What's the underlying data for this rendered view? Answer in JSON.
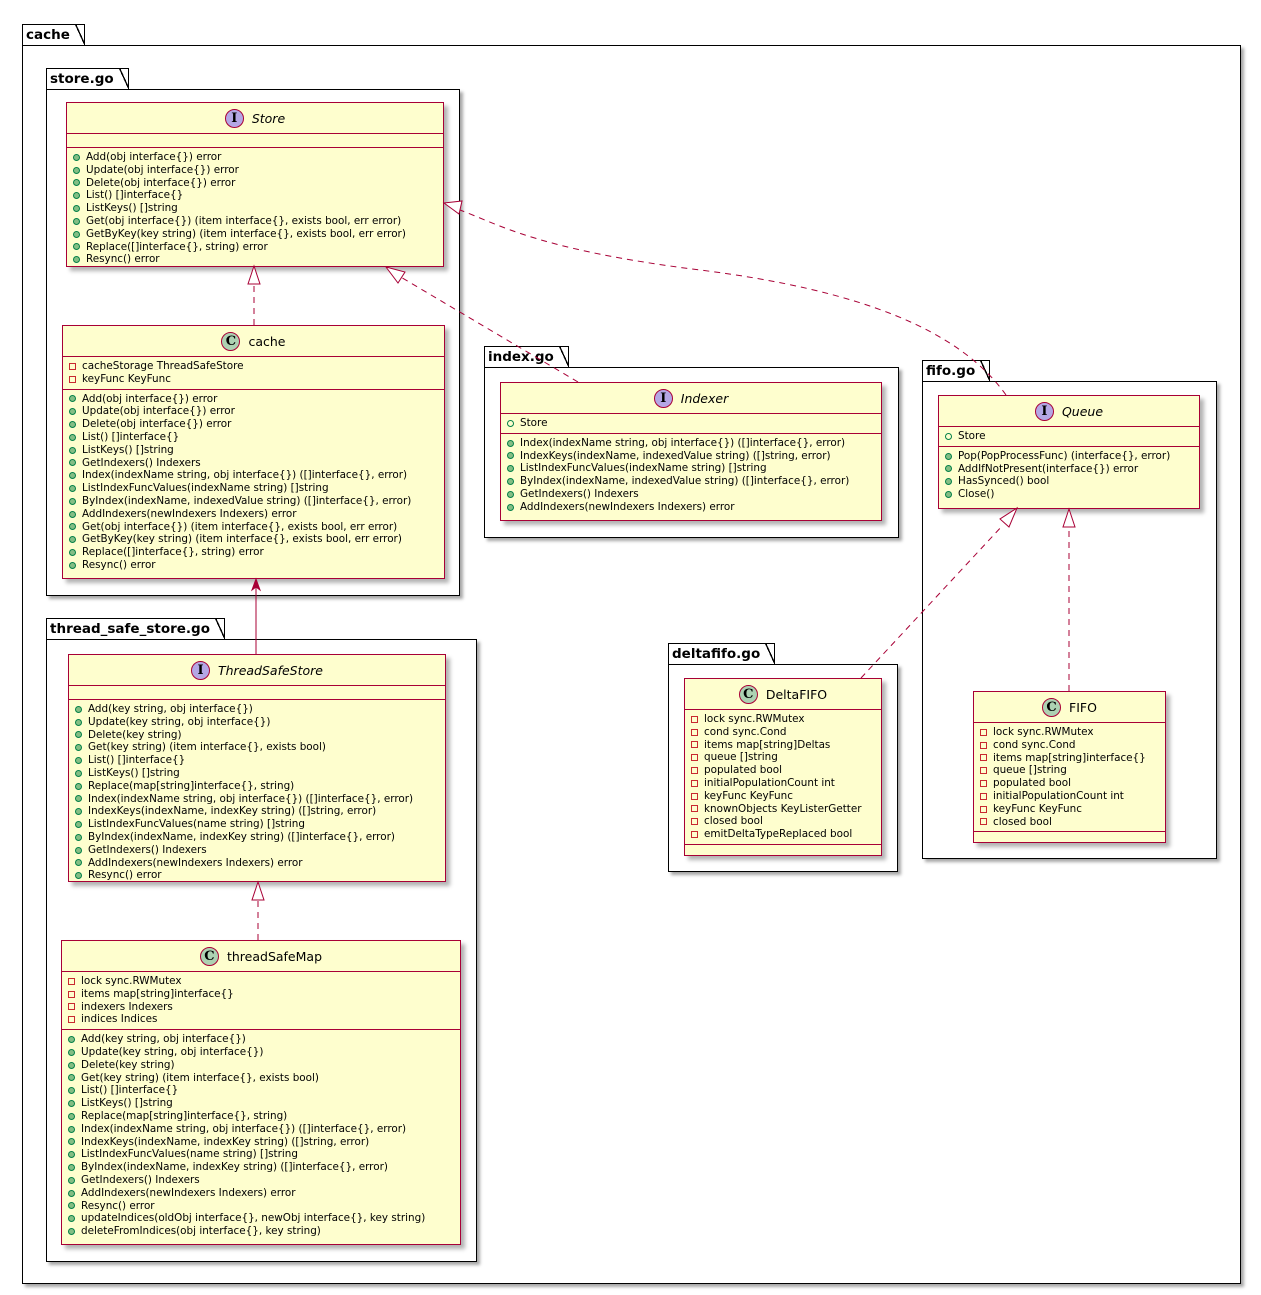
{
  "diagram": {
    "colors": {
      "class_fill": "#FEFECE",
      "class_border": "#A80036",
      "interface_badge": "#B4A7E5",
      "class_badge": "#ADD1B2",
      "edge": "#A80036"
    },
    "packages": {
      "cache": "cache",
      "store_go": "store.go",
      "index_go": "index.go",
      "fifo_go": "fifo.go",
      "deltafifo_go": "deltafifo.go",
      "thread_safe_store_go": "thread_safe_store.go"
    },
    "classes": {
      "Store": {
        "kind": "interface",
        "badge": "I",
        "name": "Store",
        "fields": [],
        "methods": [
          "Add(obj interface{}) error",
          "Update(obj interface{}) error",
          "Delete(obj interface{}) error",
          "List() []interface{}",
          "ListKeys() []string",
          "Get(obj interface{}) (item interface{}, exists bool, err error)",
          "GetByKey(key string) (item interface{}, exists bool, err error)",
          "Replace([]interface{}, string) error",
          "Resync() error"
        ]
      },
      "cache": {
        "kind": "class",
        "badge": "C",
        "name": "cache",
        "fields": [
          "cacheStorage ThreadSafeStore",
          "keyFunc KeyFunc"
        ],
        "methods": [
          "Add(obj interface{}) error",
          "Update(obj interface{}) error",
          "Delete(obj interface{}) error",
          "List() []interface{}",
          "ListKeys() []string",
          "GetIndexers() Indexers",
          "Index(indexName string, obj interface{}) ([]interface{}, error)",
          "ListIndexFuncValues(indexName string) []string",
          "ByIndex(indexName, indexedValue string) ([]interface{}, error)",
          "AddIndexers(newIndexers Indexers) error",
          "Get(obj interface{}) (item interface{}, exists bool, err error)",
          "GetByKey(key string) (item interface{}, exists bool, err error)",
          "Replace([]interface{}, string) error",
          "Resync() error"
        ]
      },
      "Indexer": {
        "kind": "interface",
        "badge": "I",
        "name": "Indexer",
        "fields": [
          "Store"
        ],
        "methods": [
          "Index(indexName string, obj interface{}) ([]interface{}, error)",
          "IndexKeys(indexName, indexedValue string) ([]string, error)",
          "ListIndexFuncValues(indexName string) []string",
          "ByIndex(indexName, indexedValue string) ([]interface{}, error)",
          "GetIndexers() Indexers",
          "AddIndexers(newIndexers Indexers) error"
        ]
      },
      "Queue": {
        "kind": "interface",
        "badge": "I",
        "name": "Queue",
        "fields": [
          "Store"
        ],
        "methods": [
          "Pop(PopProcessFunc) (interface{}, error)",
          "AddIfNotPresent(interface{}) error",
          "HasSynced() bool",
          "Close()"
        ]
      },
      "DeltaFIFO": {
        "kind": "class",
        "badge": "C",
        "name": "DeltaFIFO",
        "fields": [
          "lock sync.RWMutex",
          "cond sync.Cond",
          "items map[string]Deltas",
          "queue []string",
          "populated bool",
          "initialPopulationCount int",
          "keyFunc KeyFunc",
          "knownObjects KeyListerGetter",
          "closed bool",
          "emitDeltaTypeReplaced bool"
        ],
        "methods": []
      },
      "FIFO": {
        "kind": "class",
        "badge": "C",
        "name": "FIFO",
        "fields": [
          "lock sync.RWMutex",
          "cond sync.Cond",
          "items map[string]interface{}",
          "queue []string",
          "populated bool",
          "initialPopulationCount int",
          "keyFunc KeyFunc",
          "closed bool"
        ],
        "methods": []
      },
      "ThreadSafeStore": {
        "kind": "interface",
        "badge": "I",
        "name": "ThreadSafeStore",
        "fields": [],
        "methods": [
          "Add(key string, obj interface{})",
          "Update(key string, obj interface{})",
          "Delete(key string)",
          "Get(key string) (item interface{}, exists bool)",
          "List() []interface{}",
          "ListKeys() []string",
          "Replace(map[string]interface{}, string)",
          "Index(indexName string, obj interface{}) ([]interface{}, error)",
          "IndexKeys(indexName, indexKey string) ([]string, error)",
          "ListIndexFuncValues(name string) []string",
          "ByIndex(indexName, indexKey string) ([]interface{}, error)",
          "GetIndexers() Indexers",
          "AddIndexers(newIndexers Indexers) error",
          "Resync() error"
        ]
      },
      "threadSafeMap": {
        "kind": "class",
        "badge": "C",
        "name": "threadSafeMap",
        "fields": [
          "lock  sync.RWMutex",
          "items map[string]interface{}",
          "indexers Indexers",
          "indices Indices"
        ],
        "methods": [
          "Add(key string, obj interface{})",
          "Update(key string, obj interface{})",
          "Delete(key string)",
          "Get(key string) (item interface{}, exists bool)",
          "List() []interface{}",
          "ListKeys() []string",
          "Replace(map[string]interface{}, string)",
          "Index(indexName string, obj interface{}) ([]interface{}, error)",
          "IndexKeys(indexName, indexKey string) ([]string, error)",
          "ListIndexFuncValues(name string) []string",
          "ByIndex(indexName, indexKey string) ([]interface{}, error)",
          "GetIndexers() Indexers",
          "AddIndexers(newIndexers Indexers) error",
          "Resync() error",
          "updateIndices(oldObj interface{}, newObj interface{}, key string)",
          "deleteFromIndices(obj interface{}, key string)"
        ]
      }
    },
    "relations": [
      {
        "from": "cache",
        "to": "Store",
        "type": "realization"
      },
      {
        "from": "Indexer",
        "to": "Store",
        "type": "realization"
      },
      {
        "from": "Queue",
        "to": "Store",
        "type": "realization"
      },
      {
        "from": "DeltaFIFO",
        "to": "Queue",
        "type": "realization"
      },
      {
        "from": "FIFO",
        "to": "Queue",
        "type": "realization"
      },
      {
        "from": "ThreadSafeStore",
        "to": "cache",
        "type": "association"
      },
      {
        "from": "threadSafeMap",
        "to": "ThreadSafeStore",
        "type": "realization"
      }
    ]
  }
}
